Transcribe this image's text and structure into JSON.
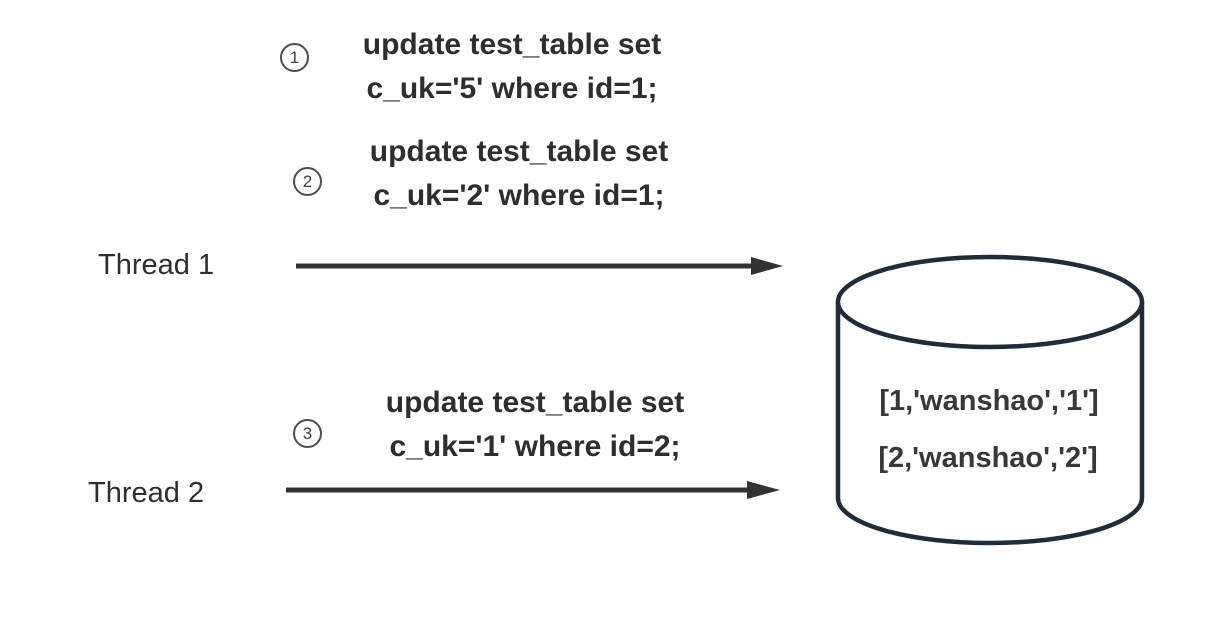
{
  "steps": [
    {
      "marker": "1",
      "sql": [
        "update test_table set",
        "c_uk='5' where id=1;"
      ]
    },
    {
      "marker": "2",
      "sql": [
        "update test_table set",
        "c_uk='2' where id=1;"
      ]
    },
    {
      "marker": "3",
      "sql": [
        "update test_table set",
        "c_uk='1' where id=2;"
      ]
    }
  ],
  "threads": [
    {
      "label": "Thread 1"
    },
    {
      "label": "Thread 2"
    }
  ],
  "database": {
    "rows": [
      "[1,'wanshao','1']",
      "[2,'wanshao','2']"
    ]
  },
  "colors": {
    "background": "#ffffff",
    "text": "#2e2e2e",
    "arrow": "#323232",
    "cylinder_stroke": "#232c36",
    "marker": "#4d4d4d"
  }
}
